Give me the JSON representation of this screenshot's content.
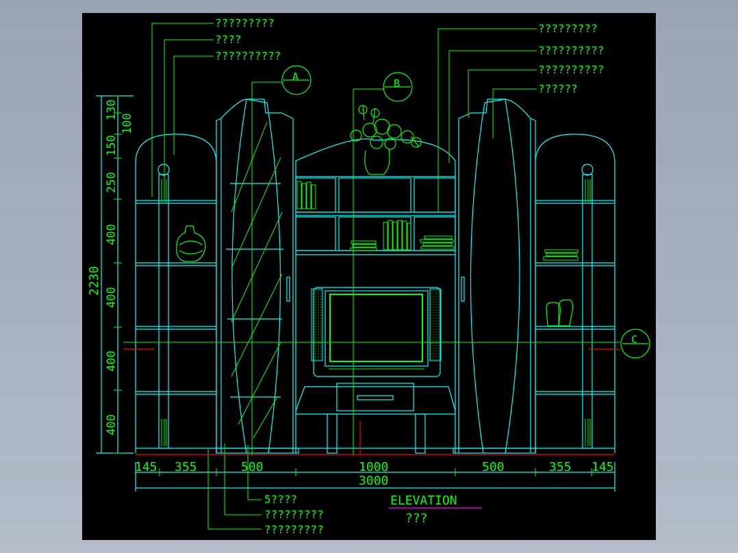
{
  "drawing": {
    "title": "ELEVATION",
    "subtitle": "???",
    "callouts_left": [
      "?????????",
      "????",
      "??????????"
    ],
    "callouts_right": [
      "?????????",
      "??????????",
      "??????????",
      "??????"
    ],
    "callouts_bottom": [
      "5????",
      "?????????",
      "?????????"
    ],
    "section_markers": [
      "A",
      "B",
      "C"
    ],
    "dim_bottom": [
      "145",
      "355",
      "500",
      "1000",
      "500",
      "355",
      "145"
    ],
    "dim_total": "3000",
    "dim_height_total": "2230",
    "dim_vertical": [
      "130",
      "100",
      "150",
      "250",
      "400",
      "400",
      "400",
      "400"
    ]
  },
  "colors": {
    "background": "#000000",
    "outline": "#00ffff",
    "annotation": "#00ff00",
    "ground": "#ff0000",
    "underline": "#ff00ff",
    "frame": "#9aa3b4"
  }
}
